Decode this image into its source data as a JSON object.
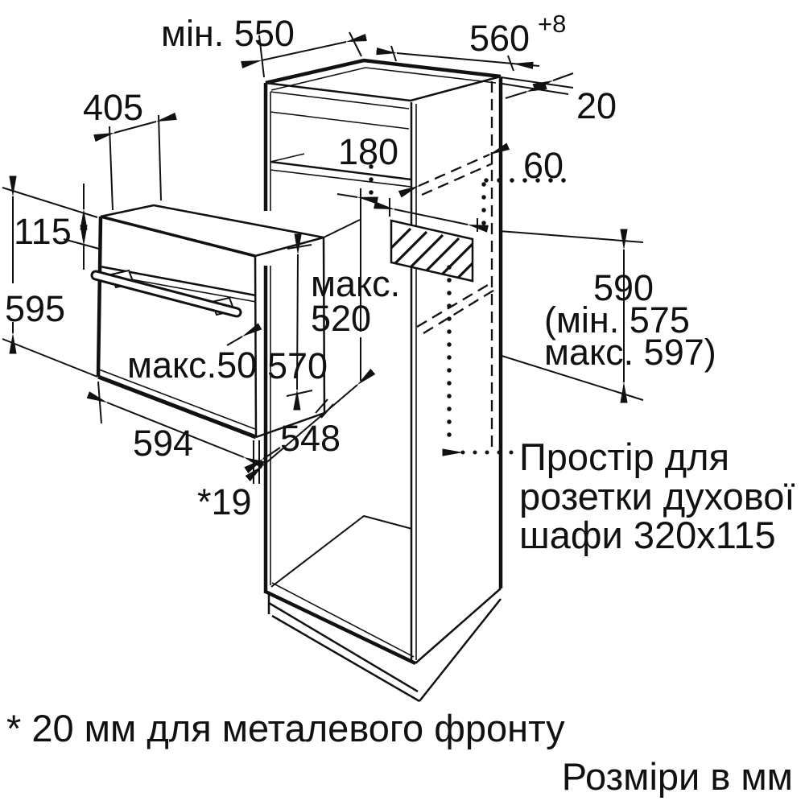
{
  "page": {
    "background": "#ffffff",
    "ink": "#111111"
  },
  "diagram": {
    "kind": "built-in oven installation dimension drawing",
    "dims": {
      "min550": "мін. 550",
      "w560": "560",
      "w560sup": "+8",
      "g20": "20",
      "g60": "60",
      "d405": "405",
      "h180": "180",
      "h115": "115",
      "h595": "595",
      "maxword": "макс.",
      "d520": "520",
      "h570": "570",
      "max50": "макс.50",
      "h590": "590",
      "h590min": "(мін. 575",
      "h590max": "макс. 597)",
      "w594": "594",
      "d548": "548",
      "g19": "*19"
    },
    "socket_note": {
      "line1": "Простір для",
      "line2": "розетки духової",
      "line3": "шафи 320x115"
    },
    "footnote": "* 20 мм для металевого фронту",
    "units": "Розміри в мм"
  }
}
